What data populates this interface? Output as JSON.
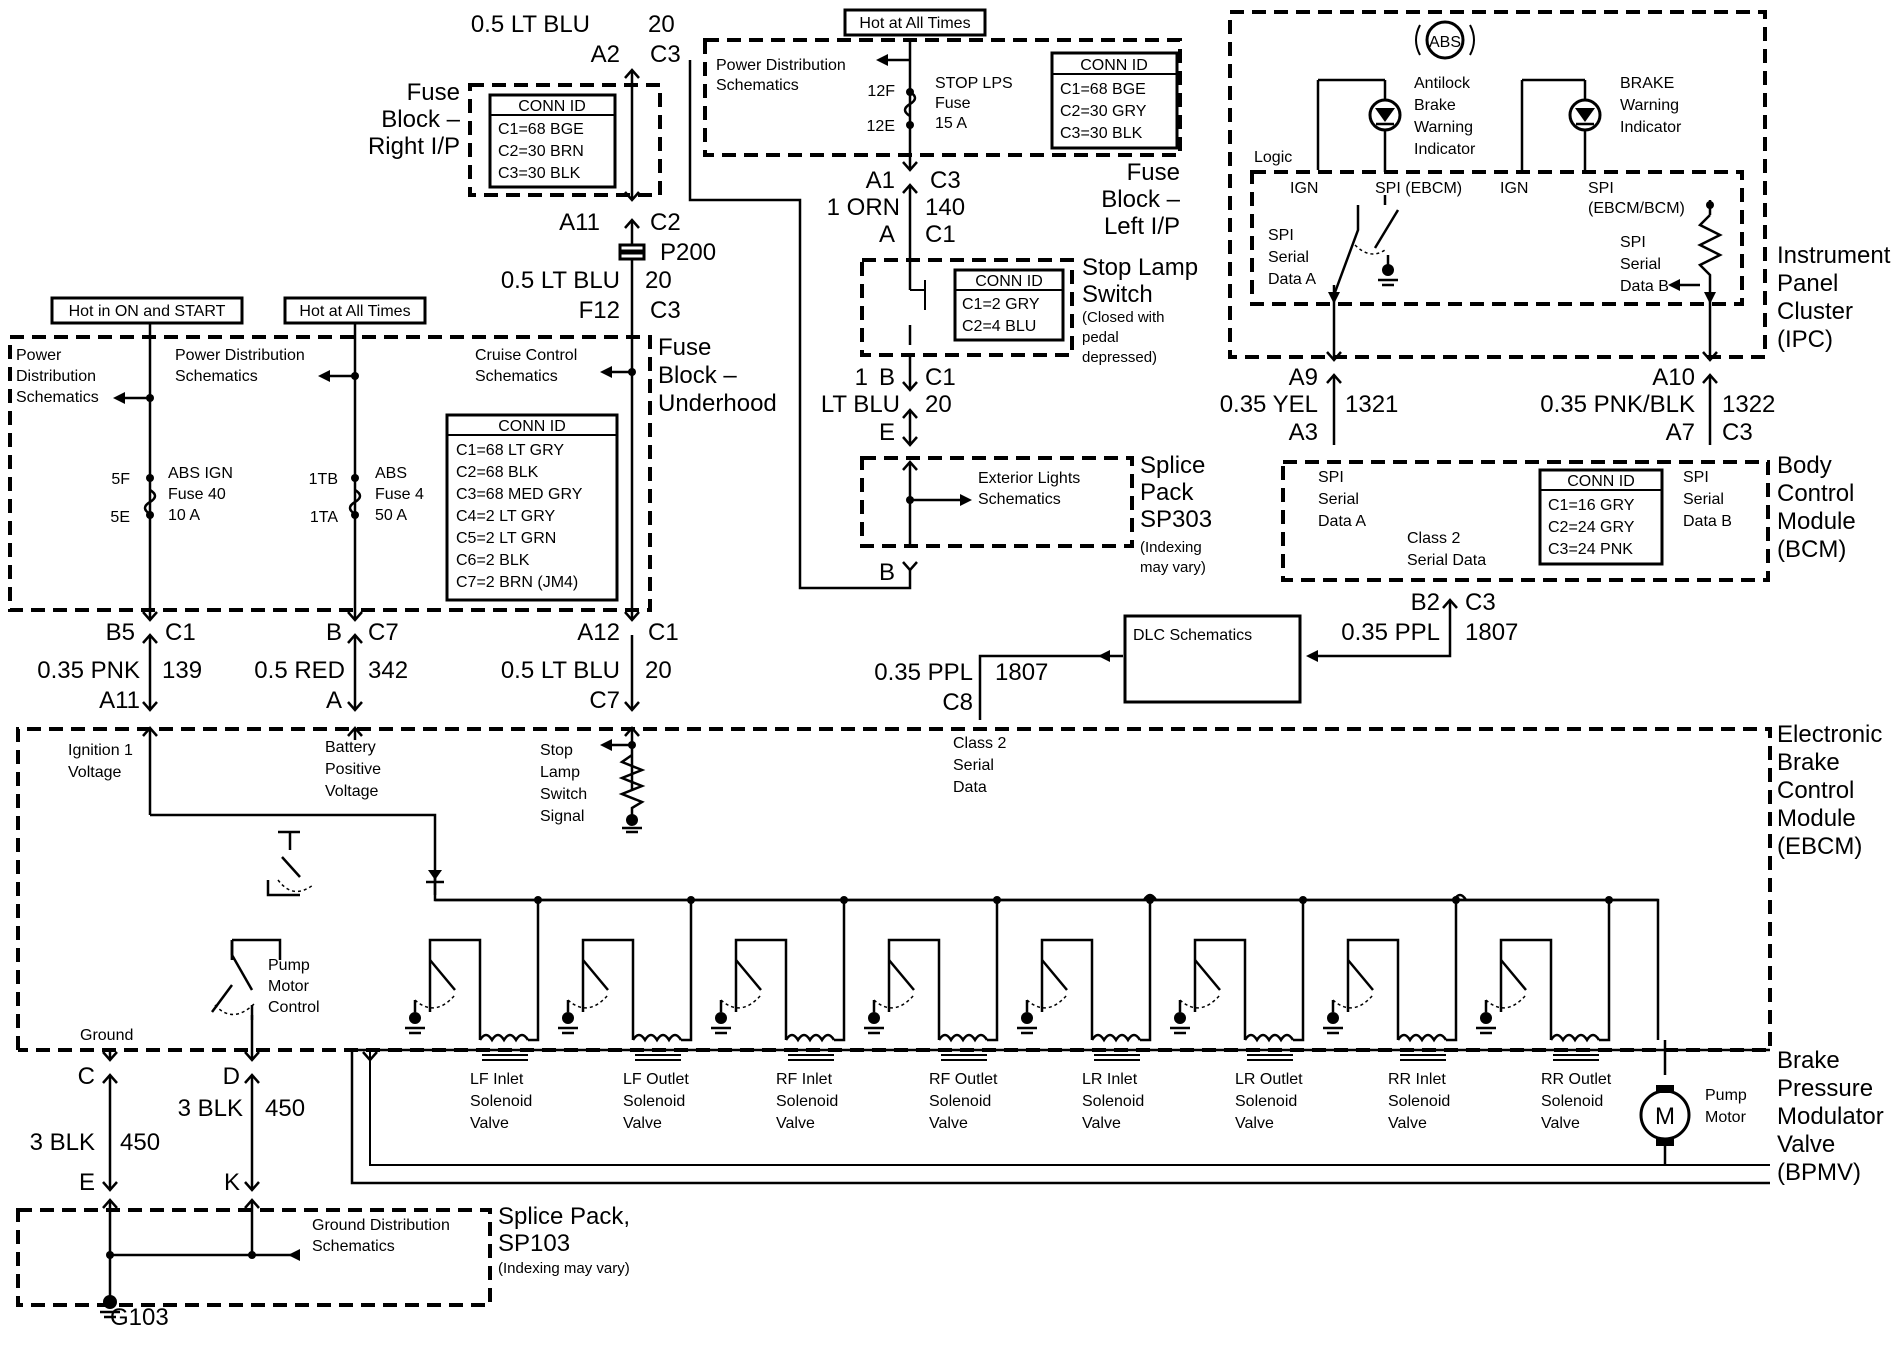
{
  "hot_labels": {
    "top": "Hot at All Times",
    "on_start": "Hot in ON and START",
    "at_all": "Hot at All Times"
  },
  "fuse_block_right": {
    "name": "Fuse\nBlock –\nRight I/P",
    "conn_title": "CONN ID",
    "conn": [
      "C1=68 BGE",
      "C2=30 BRN",
      "C3=30 BLK"
    ]
  },
  "fuse_block_left": {
    "name": "Fuse\nBlock –\nLeft I/P",
    "conn_title": "CONN ID",
    "conn": [
      "C1=68 BGE",
      "C2=30 GRY",
      "C3=30 BLK"
    ],
    "fuse": "STOP LPS\nFuse\n15 A",
    "pin_in": "12F",
    "pin_out": "12E",
    "ref": "Power Distribution\nSchematics"
  },
  "fuse_block_under": {
    "name": "Fuse\nBlock –\nUnderhood",
    "conn_title": "CONN ID",
    "conn": [
      "C1=68 LT GRY",
      "C2=68 BLK",
      "C3=68 MED GRY",
      "C4=2 LT GRY",
      "C5=2 LT GRN",
      "C6=2 BLK",
      "C7=2 BRN (JM4)"
    ],
    "fuse40": "ABS IGN\nFuse 40\n10 A",
    "fuse4": "ABS\nFuse 4\n50 A",
    "pins": [
      "5F",
      "5E",
      "1TB",
      "1TA"
    ],
    "refs": [
      "Power\nDistribution\nSchematics",
      "Power Distribution\nSchematics",
      "Cruise Control\nSchematics"
    ]
  },
  "stop_lamp_switch": {
    "name": "Stop Lamp\nSwitch",
    "note": "(Closed with\npedal\ndepressed)",
    "conn_title": "CONN ID",
    "conn": [
      "C1=2 GRY",
      "C2=4 BLU"
    ]
  },
  "splice_sp303": {
    "name": "Splice\nPack\nSP303",
    "note": "(Indexing\nmay vary)",
    "ref": "Exterior Lights\nSchematics"
  },
  "ipc": {
    "name": "Instrument\nPanel\nCluster\n(IPC)",
    "abs_symbol": "ABS",
    "abs_lamp": "Antilock\nBrake\nWarning\nIndicator",
    "brake_lamp": "BRAKE\nWarning\nIndicator",
    "logic": "Logic",
    "ign1": "IGN",
    "spi1": "SPI (EBCM)",
    "ign2": "IGN",
    "spi2": "SPI\n(EBCM/BCM)",
    "data_a": "SPI\nSerial\nData A",
    "data_b": "SPI\nSerial\nData B"
  },
  "bcm": {
    "name": "Body\nControl\nModule\n(BCM)",
    "data_a": "SPI\nSerial\nData A",
    "data_b": "SPI\nSerial\nData B",
    "class2": "Class 2\nSerial Data",
    "conn_title": "CONN ID",
    "conn": [
      "C1=16 GRY",
      "C2=24 GRY",
      "C3=24 PNK"
    ]
  },
  "dlc": {
    "label": "DLC Schematics"
  },
  "ebcm": {
    "name": "Electronic\nBrake\nControl\nModule\n(EBCM)",
    "ign_volt": "Ignition 1\nVoltage",
    "batt_volt": "Battery\nPositive\nVoltage",
    "stop_sig": "Stop\nLamp\nSwitch\nSignal",
    "class2": "Class 2\nSerial\nData",
    "pump_ctrl": "Pump\nMotor\nControl",
    "ground": "Ground"
  },
  "bpmv": {
    "name": "Brake\nPressure\nModulator\nValve\n(BPMV)",
    "valves": [
      "LF Inlet\nSolenoid\nValve",
      "LF Outlet\nSolenoid\nValve",
      "RF Inlet\nSolenoid\nValve",
      "RF Outlet\nSolenoid\nValve",
      "LR Inlet\nSolenoid\nValve",
      "LR Outlet\nSolenoid\nValve",
      "RR Inlet\nSolenoid\nValve",
      "RR Outlet\nSolenoid\nValve"
    ],
    "motor_symbol": "M",
    "motor": "Pump\nMotor"
  },
  "splice_sp103": {
    "name": "Splice Pack,\nSP103",
    "note": "(Indexing may vary)",
    "ref": "Ground Distribution\nSchematics",
    "ground": "G103"
  },
  "wires": {
    "top_blu": {
      "wire": "0.5 LT BLU",
      "num": "20",
      "pin": "A2",
      "conn": "C3"
    },
    "a11_c2": {
      "pin": "A11",
      "conn": "C2"
    },
    "p200": "P200",
    "mid_blu": {
      "wire": "0.5 LT BLU",
      "num": "20",
      "pin": "F12",
      "conn": "C3"
    },
    "orn": {
      "pin": "A1",
      "conn": "C3",
      "wire": "1 ORN",
      "num": "140",
      "pin2": "A",
      "conn2": "C1"
    },
    "ltblu1": {
      "pin": "B",
      "conn": "C1",
      "wire": "1\nLT BLU",
      "num": "20",
      "pin2": "E"
    },
    "sp303_b": "B",
    "yel": {
      "pin": "A9",
      "wire": "0.35 YEL",
      "num": "1321",
      "pin2": "A3"
    },
    "pnkblk": {
      "pin": "A10",
      "wire": "0.35 PNK/BLK",
      "num": "1322",
      "pin2": "A7",
      "conn2": "C3"
    },
    "ppl_bcm": {
      "pin": "B2",
      "conn": "C3",
      "wire": "0.35 PPL",
      "num": "1807"
    },
    "ppl_ebcm": {
      "wire": "0.35 PPL",
      "num": "1807",
      "pin": "C8"
    },
    "pnk": {
      "pin": "B5",
      "conn": "C1",
      "wire": "0.35 PNK",
      "num": "139",
      "pin2": "A11"
    },
    "red": {
      "pin": "B",
      "conn": "C7",
      "wire": "0.5 RED",
      "num": "342",
      "pin2": "A"
    },
    "blu_low": {
      "pin": "A12",
      "conn": "C1",
      "wire": "0.5 LT BLU",
      "num": "20",
      "pin2": "C7"
    },
    "gnd1": {
      "pin": "C",
      "wire": "3 BLK",
      "num": "450",
      "pin2": "E"
    },
    "gnd2": {
      "pin": "D",
      "wire": "3 BLK",
      "num": "450",
      "pin2": "K"
    }
  }
}
